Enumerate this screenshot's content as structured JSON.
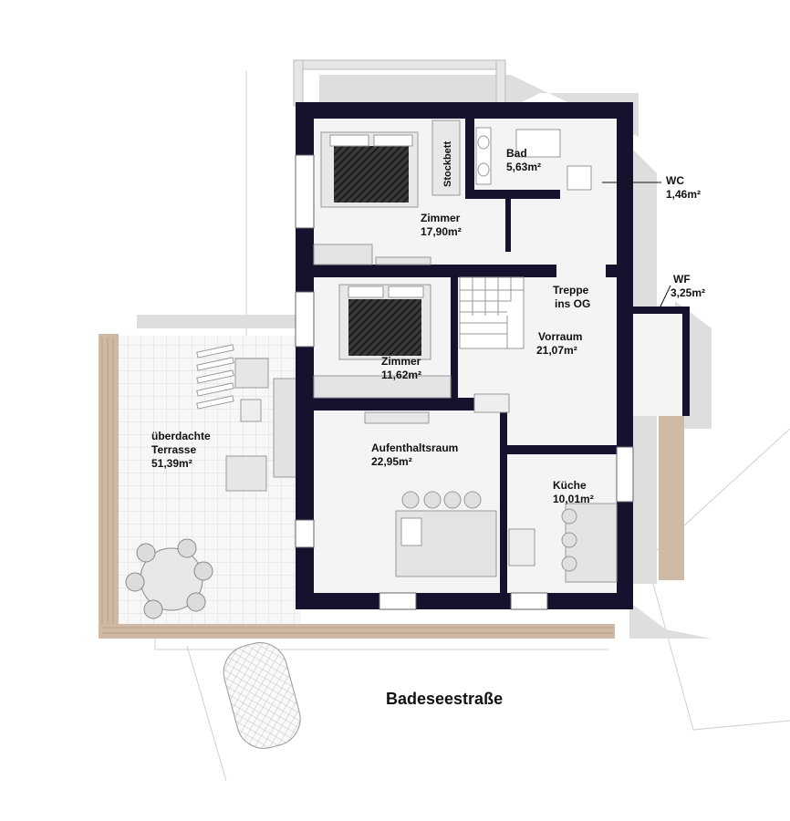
{
  "rooms": {
    "bad": {
      "name": "Bad",
      "area": "5,63m²"
    },
    "wc": {
      "name": "WC",
      "area": "1,46m²"
    },
    "zimmer1": {
      "name": "Zimmer",
      "area": "17,90m²"
    },
    "wf": {
      "name": "WF",
      "area": "3,25m²"
    },
    "treppe": {
      "line1": "Treppe",
      "line2": "ins OG"
    },
    "vorraum": {
      "name": "Vorraum",
      "area": "21,07m²"
    },
    "zimmer2": {
      "name": "Zimmer",
      "area": "11,62m²"
    },
    "terrasse": {
      "line1": "überdachte",
      "line2": "Terrasse",
      "area": "51,39m²"
    },
    "aufenthalt": {
      "name": "Aufenthaltsraum",
      "area": "22,95m²"
    },
    "kueche": {
      "name": "Küche",
      "area": "10,01m²"
    }
  },
  "furniture": {
    "stockbett": "Stockbett"
  },
  "street": {
    "name": "Badeseestraße"
  },
  "colors": {
    "wall": "#15122e",
    "floor": "#f3f3f3",
    "shadow": "#d9d9d9",
    "deck": "#cfb8a4",
    "grid": "#dcdcdc"
  }
}
